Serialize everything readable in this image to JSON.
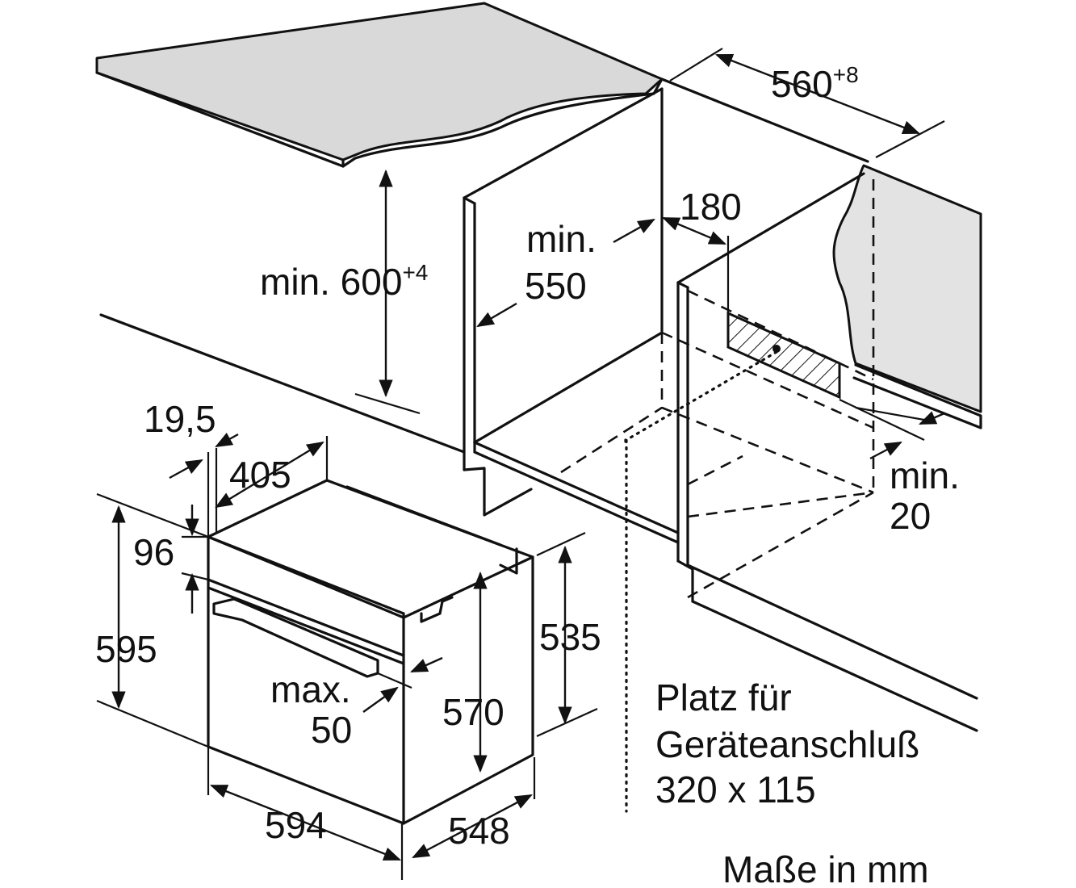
{
  "colors": {
    "line": "#111111",
    "shade": "#d9d9d9",
    "background": "#ffffff"
  },
  "labels": {
    "width_cabinet": "560",
    "width_cabinet_tol": "+8",
    "height_niche_prefix": "min. 600",
    "height_niche_tol": "+4",
    "depth_min_line1": "min.",
    "depth_min_line2": "550",
    "vent_offset": "180",
    "gap_min_line1": "min.",
    "gap_min_line2": "20",
    "front_thickness": "19,5",
    "front_depth": "405",
    "panel_height": "96",
    "device_height": "595",
    "body_height": "535",
    "inner_height": "570",
    "handle_line1": "max.",
    "handle_line2": "50",
    "device_width": "594",
    "device_depth": "548",
    "connection_line1": "Platz für",
    "connection_line2": "Geräteanschluß",
    "connection_line3": "320 x 115",
    "units_note": "Maße in mm"
  }
}
